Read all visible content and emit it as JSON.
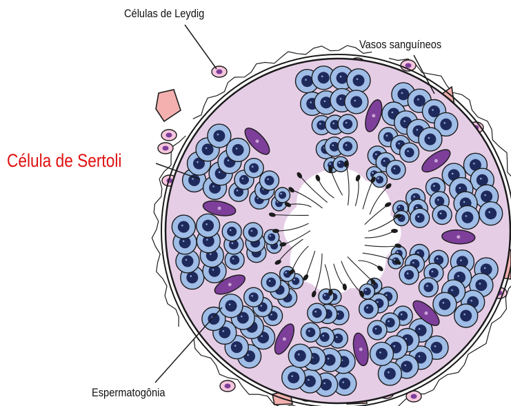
{
  "labels": {
    "leydig": "Células de Leydig",
    "vessels": "Vasos sanguíneos",
    "sertoli": "Célula de Sertoli",
    "spermatogonia": "Espermatogônia"
  },
  "colors": {
    "sertoli_label": "#e01010",
    "label_text": "#111111",
    "lumen": "#ffffff",
    "cytoplasm": "#e6cde6",
    "germ_cell": "#9fbde6",
    "germ_nucleus": "#1f2a5c",
    "sertoli_nucleus": "#7d3f9a",
    "vessel": "#f3b0ae",
    "leydig_cell": "#f6c6dd",
    "outline": "#1b1b1b"
  },
  "icons": [
    "seminiferous-tubule",
    "leydig-cell",
    "blood-vessel",
    "spermatogonium",
    "sertoli-cell",
    "spermatozoon"
  ]
}
